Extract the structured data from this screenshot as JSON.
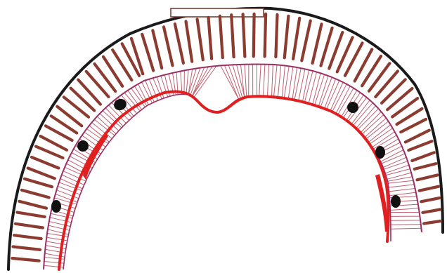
{
  "diagram": {
    "type": "anatomical-cross-section-sketch",
    "labels": [],
    "colors": {
      "background": "#ffffff",
      "outer_outline": "#1a1a1a",
      "radial_fibers": "#8b3b30",
      "middle_layer_outline": "#9b2f63",
      "middle_layer_hatch": "#c06070",
      "inner_lining": "#e02020",
      "nuclei": "#111111"
    },
    "elements": {
      "top_rectangle": "present",
      "radial_fibers": "present",
      "hatched_layer": "present",
      "nuclei": "present",
      "inner_red_lining": "present",
      "central_bulge": "present"
    }
  }
}
